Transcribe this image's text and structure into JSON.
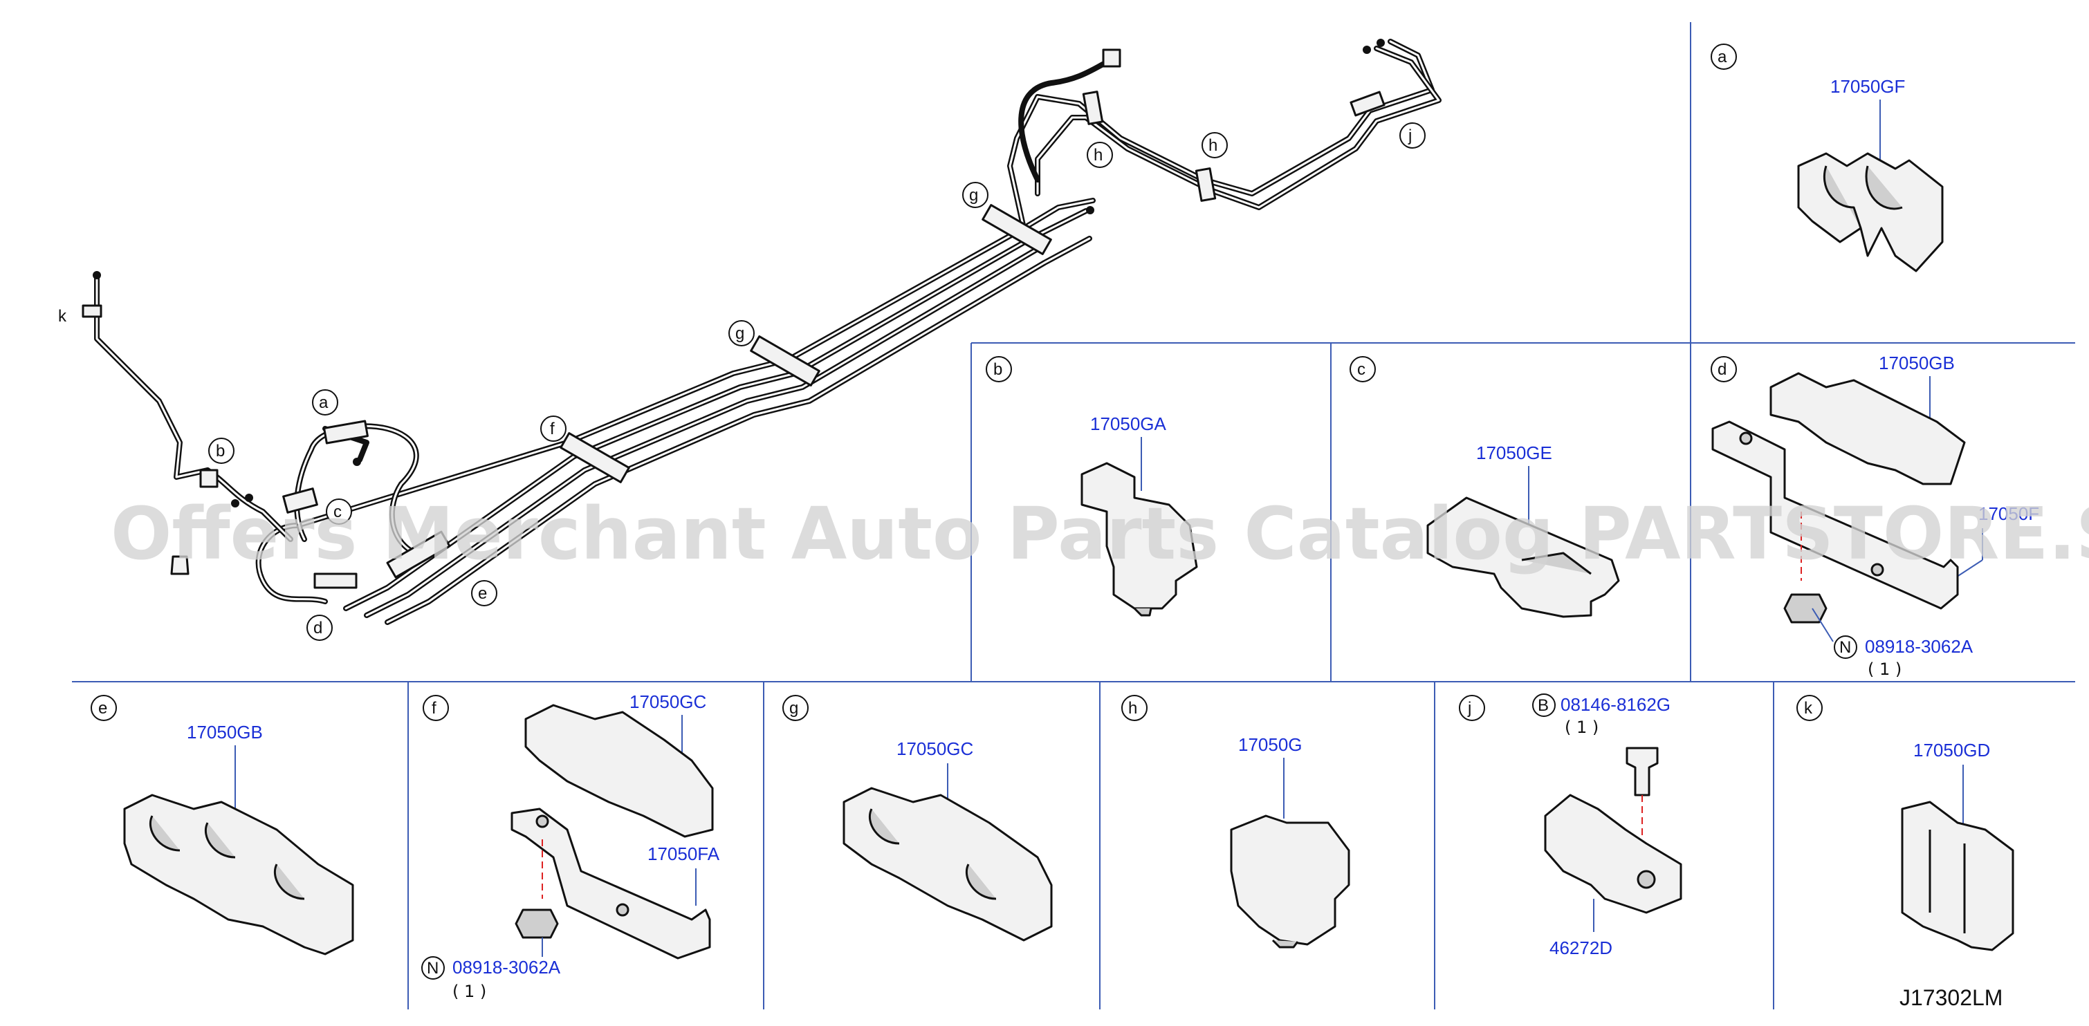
{
  "watermark": "Offers Merchant Auto Parts Catalog PARTSTORE.SA",
  "diagram_code": "J17302LM",
  "overview_labels": [
    "a",
    "b",
    "c",
    "d",
    "e",
    "f",
    "g",
    "g",
    "h",
    "h",
    "j",
    "k"
  ],
  "panels": {
    "a": {
      "letter": "a",
      "part": "17050GF"
    },
    "b": {
      "letter": "b",
      "part": "17050GA"
    },
    "c": {
      "letter": "c",
      "part": "17050GE"
    },
    "d": {
      "letter": "d",
      "part_top": "17050GB",
      "part_bracket": "17050F",
      "nut_prefix": "N",
      "nut": "08918-3062A",
      "nut_qty": "( 1 )"
    },
    "e": {
      "letter": "e",
      "part": "17050GB"
    },
    "f": {
      "letter": "f",
      "part_top": "17050GC",
      "part_bracket": "17050FA",
      "nut_prefix": "N",
      "nut": "08918-3062A",
      "nut_qty": "( 1 )"
    },
    "g": {
      "letter": "g",
      "part": "17050GC"
    },
    "h": {
      "letter": "h",
      "part": "17050G"
    },
    "j": {
      "letter": "j",
      "bolt_prefix": "B",
      "bolt": "08146-8162G",
      "bolt_qty": "( 1 )",
      "part": "46272D"
    },
    "k": {
      "letter": "k",
      "part": "17050GD"
    }
  }
}
